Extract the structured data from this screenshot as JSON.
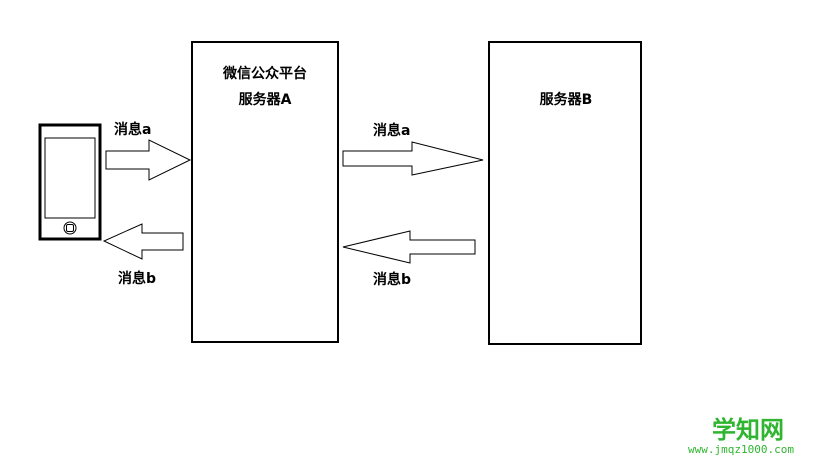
{
  "nodes": {
    "server_a": {
      "line1": "微信公众平台",
      "line2": "服务器A"
    },
    "server_b": {
      "label": "服务器B"
    },
    "phone": {
      "icon": "smartphone-icon"
    }
  },
  "arrows": {
    "phone_to_a": {
      "label": "消息a"
    },
    "a_to_phone": {
      "label": "消息b"
    },
    "a_to_b": {
      "label": "消息a"
    },
    "b_to_a": {
      "label": "消息b"
    }
  },
  "watermark": {
    "title": "学知网",
    "url": "www.jmqz1000.com",
    "color": "#2fb52f"
  }
}
